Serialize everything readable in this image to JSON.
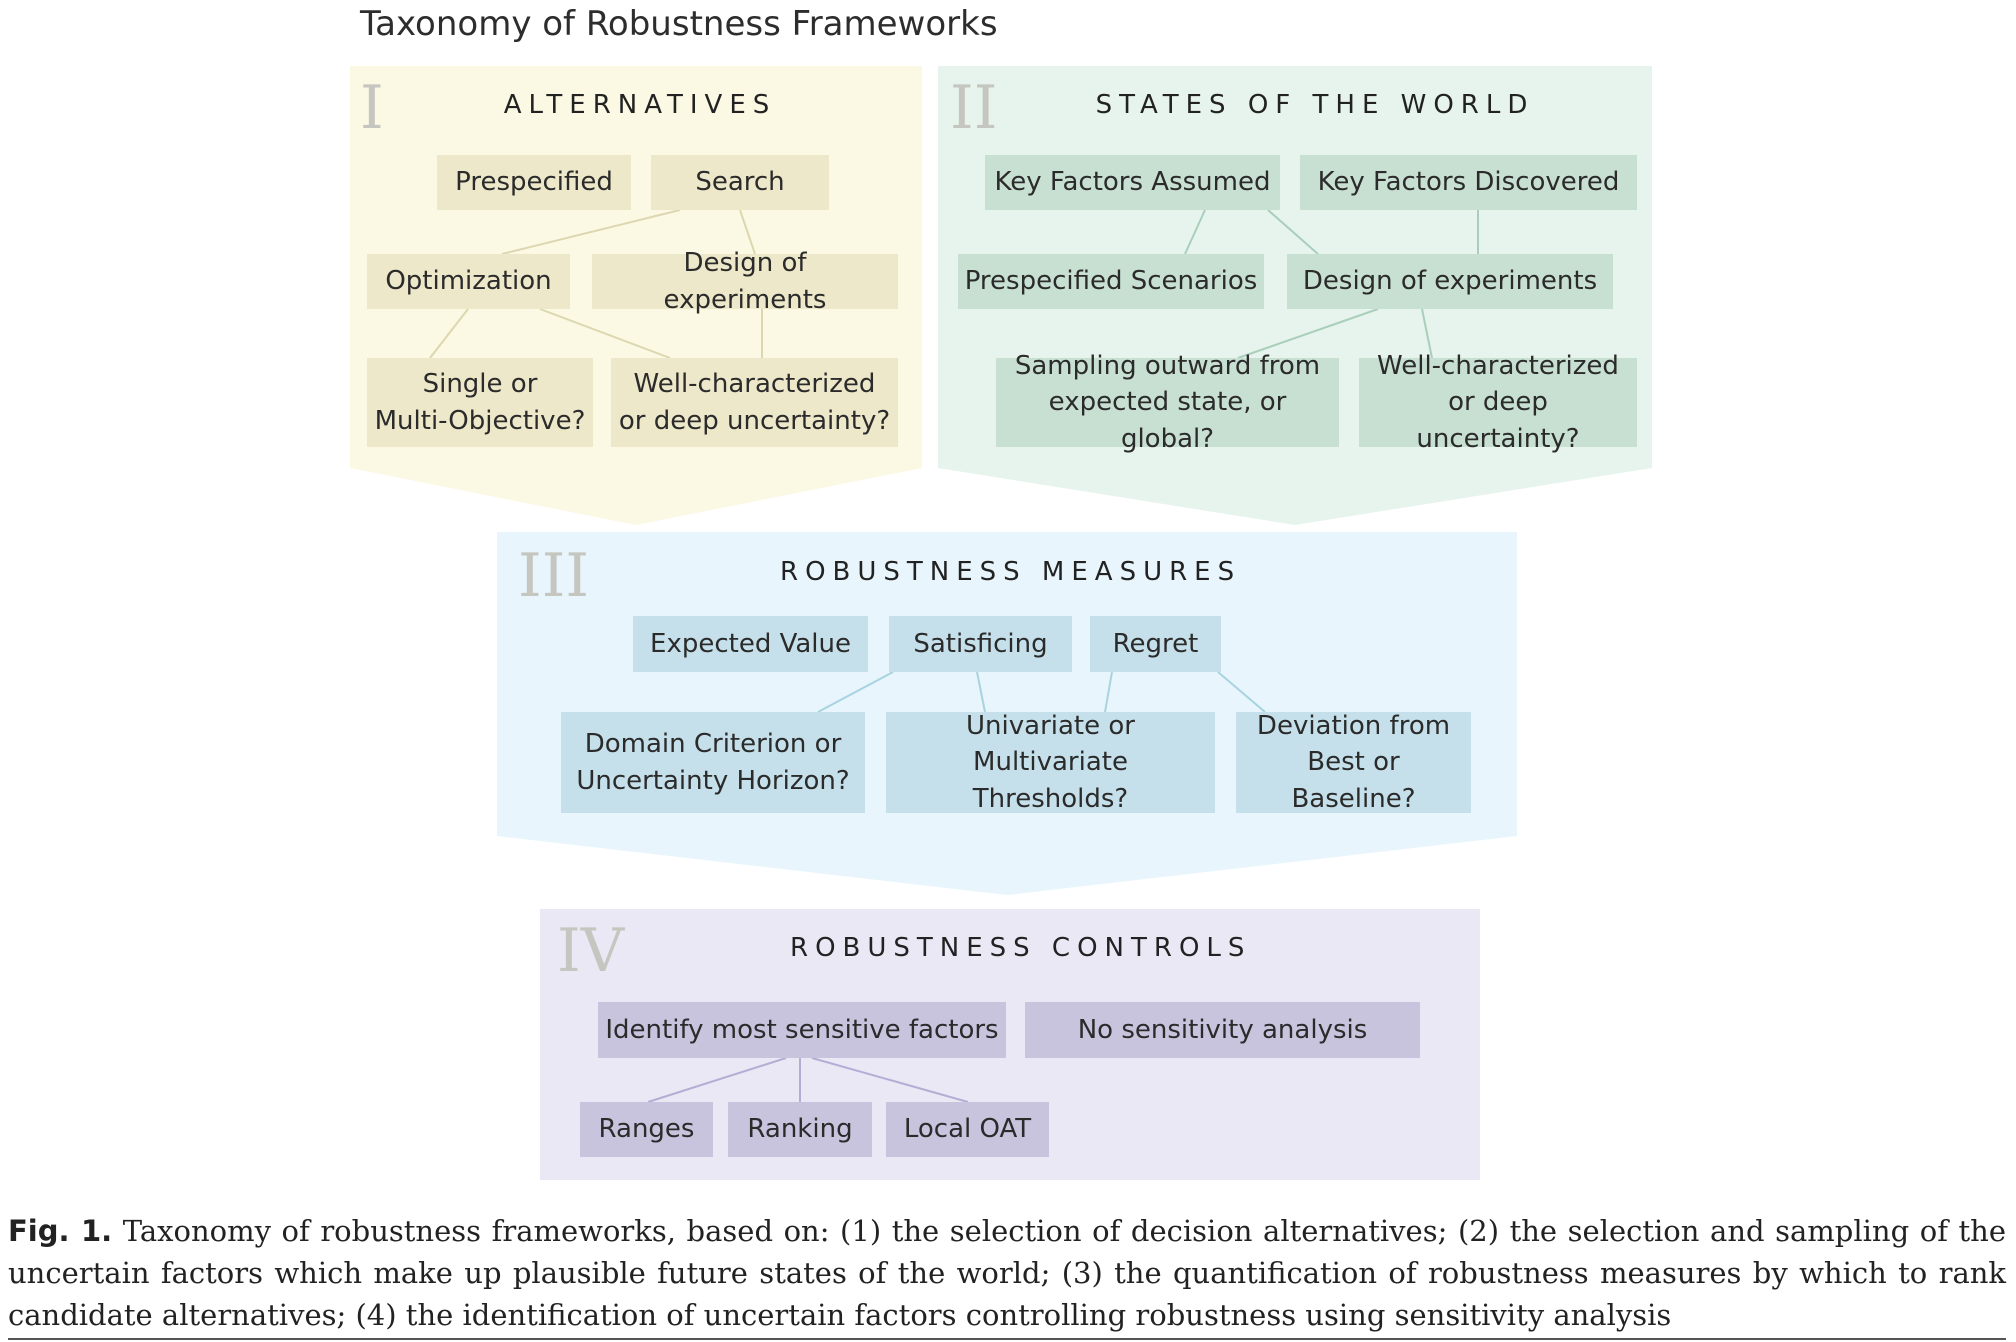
{
  "title": "Taxonomy of Robustness Frameworks",
  "colors": {
    "alternatives_bg": "#fbf9e3",
    "alternatives_box": "#ede8c9",
    "states_bg": "#e5f3ec",
    "states_box": "#c8e0d2",
    "measures_bg": "#e6f4fb",
    "measures_box": "#c5e0ea",
    "controls_bg": "#e9e7f4",
    "controls_box": "#c9c4de"
  },
  "panels": {
    "alternatives": {
      "numeral": "I",
      "heading": "ALTERNATIVES",
      "boxes": [
        "Prespecified",
        "Search",
        "Optimization",
        "Design of experiments",
        "Single or\nMulti-Objective?",
        "Well-characterized\nor deep uncertainty?"
      ]
    },
    "states": {
      "numeral": "II",
      "heading": "STATES OF THE WORLD",
      "boxes": [
        "Key Factors Assumed",
        "Key Factors Discovered",
        "Prespecified Scenarios",
        "Design of experiments",
        "Sampling outward from\nexpected state, or global?",
        "Well-characterized\nor deep uncertainty?"
      ]
    },
    "measures": {
      "numeral": "III",
      "heading": "ROBUSTNESS MEASURES",
      "boxes": [
        "Expected Value",
        "Satisficing",
        "Regret",
        "Domain Criterion or\nUncertainty Horizon?",
        "Univariate or\nMultivariate Thresholds?",
        "Deviation from\nBest or Baseline?"
      ]
    },
    "controls": {
      "numeral": "IV",
      "heading": "ROBUSTNESS CONTROLS",
      "boxes": [
        "Identify most sensitive factors",
        "No sensitivity analysis",
        "Ranges",
        "Ranking",
        "Local OAT"
      ]
    }
  },
  "caption": {
    "label": "Fig. 1.",
    "text": " Taxonomy of robustness frameworks, based on: (1) the selection of decision alternatives; (2) the selection and sampling of the uncertain factors which make up plausible future states of the world; (3) the quantification of robustness measures by which to rank candidate alternatives; (4) the identification of uncertain factors controlling robustness using sensitivity analysis"
  }
}
